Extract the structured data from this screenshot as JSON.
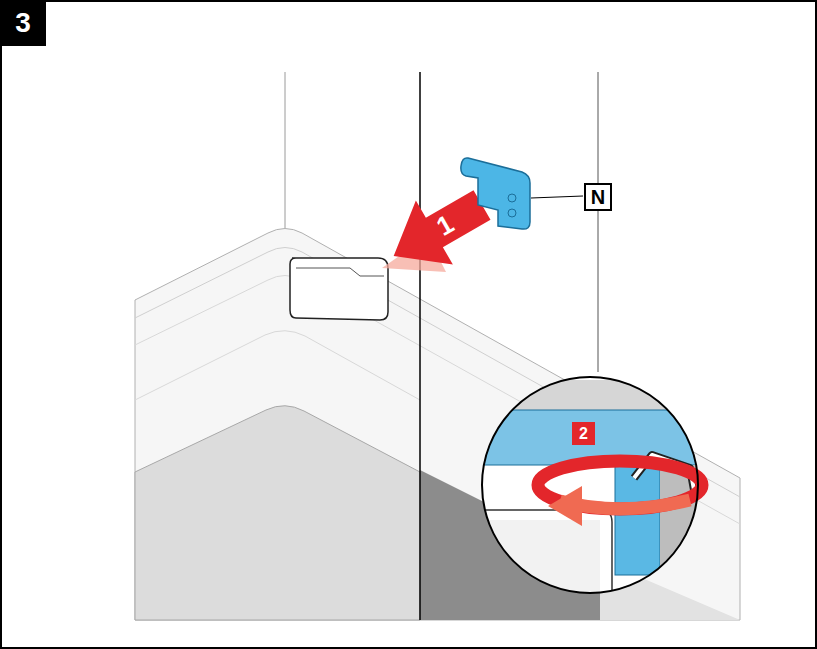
{
  "diagram": {
    "labels": [
      "3",
      "N",
      "1",
      "2"
    ]
  }
}
